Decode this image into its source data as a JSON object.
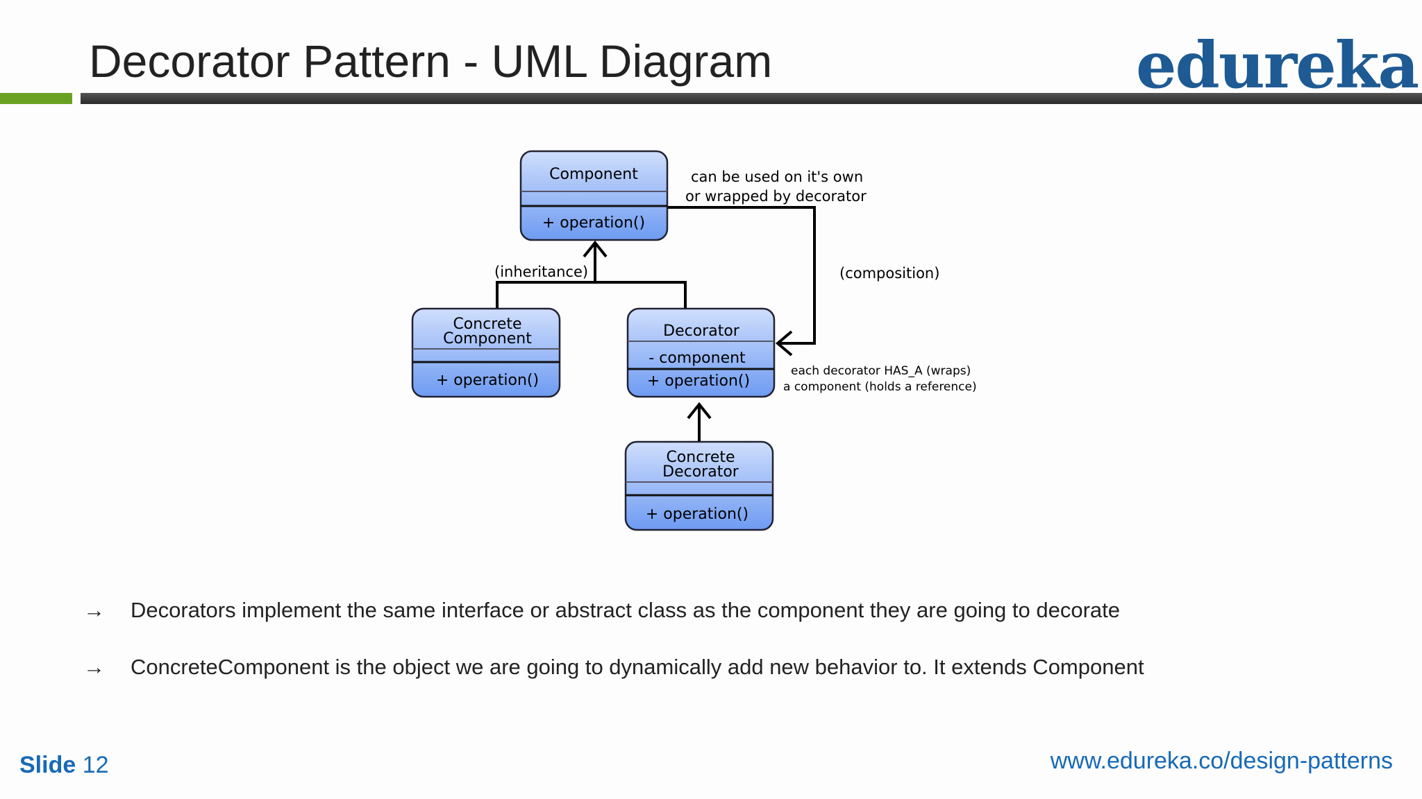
{
  "header": {
    "title": "Decorator Pattern - UML Diagram",
    "logo_text": "edureka!"
  },
  "colors": {
    "accent_green": "#6aa123",
    "brand_blue": "#1e5a93",
    "box_fill_top": "#c8d9fb",
    "box_fill_bottom": "#6f9cf3"
  },
  "diagram": {
    "component": {
      "name": "Component",
      "method": "+ operation()"
    },
    "concrete_component": {
      "name_line1": "Concrete",
      "name_line2": "Component",
      "method": "+ operation()"
    },
    "decorator": {
      "name": "Decorator",
      "attribute": "- component",
      "method": "+ operation()"
    },
    "concrete_decorator": {
      "name_line1": "Concrete",
      "name_line2": "Decorator",
      "method": "+ operation()"
    },
    "labels": {
      "own_line1": "can be used on it's own",
      "own_line2": "or wrapped by decorator",
      "inheritance": "(inheritance)",
      "composition": "(composition)",
      "hasa_line1": "each decorator HAS_A (wraps)",
      "hasa_line2": "a component (holds a reference)"
    }
  },
  "bullets": [
    {
      "arrow": "→",
      "text": "Decorators implement the same interface or abstract class as the component they are going to decorate"
    },
    {
      "arrow": "→",
      "text": "ConcreteComponent is the object we are going to dynamically add new behavior to. It extends Component"
    }
  ],
  "footer": {
    "slide_label": "Slide",
    "slide_number": "12",
    "url": "www.edureka.co/design-patterns"
  }
}
